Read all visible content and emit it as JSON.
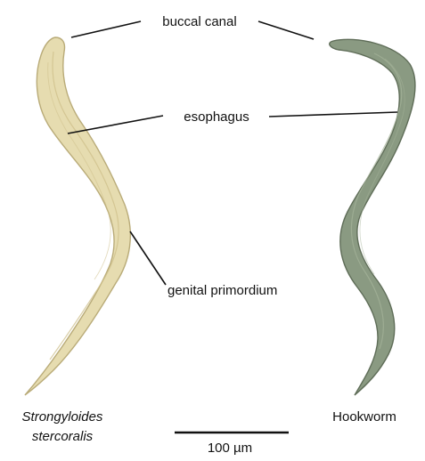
{
  "labels": {
    "buccal_canal": "buccal canal",
    "esophagus": "esophagus",
    "genital_primordium": "genital primordium",
    "left_species_line1": "Strongyloides",
    "left_species_line2": "stercoralis",
    "right_species": "Hookworm",
    "scale": "100 µm"
  },
  "colors": {
    "strongyloides_body": "#e6dcb0",
    "strongyloides_outline": "#b9ab78",
    "strongyloides_inner": "#cdbf8a",
    "hookworm_body": "#8a9a82",
    "hookworm_outline": "#5f6d58",
    "hookworm_inner": "#a5b39a"
  }
}
